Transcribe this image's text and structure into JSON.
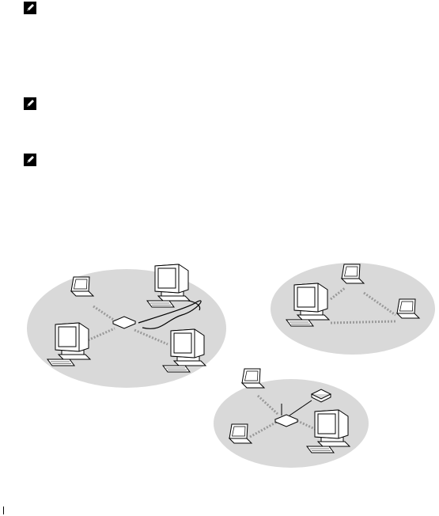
{
  "page": {
    "background_color": "#ffffff",
    "ellipse_color": "#d9d9d9",
    "line_color": "#000000",
    "device_fill": "#ffffff"
  },
  "notes": [
    {
      "icon": "note-pencil-icon"
    },
    {
      "icon": "note-pencil-icon"
    },
    {
      "icon": "note-pencil-icon"
    }
  ],
  "illustration": {
    "networks": [
      {
        "name": "wireless-network-with-router",
        "devices": [
          "laptop",
          "desktop",
          "desktop",
          "desktop",
          "router"
        ]
      },
      {
        "name": "ad-hoc-network",
        "devices": [
          "laptop",
          "laptop",
          "desktop"
        ]
      },
      {
        "name": "wireless-network-with-access-point",
        "devices": [
          "laptop",
          "laptop",
          "desktop",
          "access-point",
          "modem"
        ]
      }
    ]
  }
}
